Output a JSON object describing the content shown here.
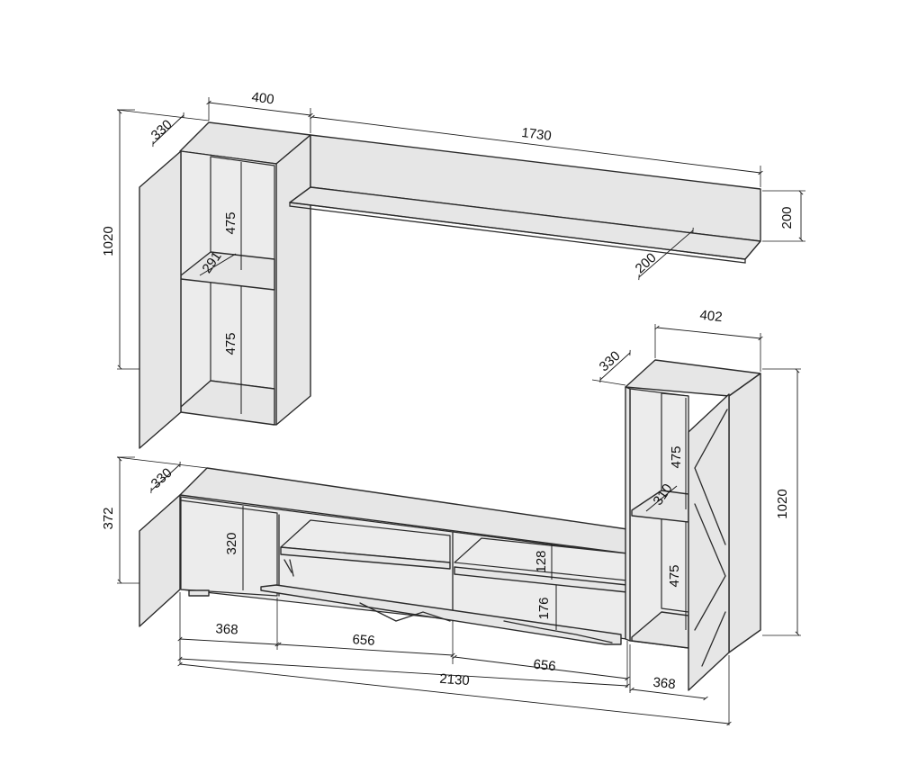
{
  "dimensions": {
    "upper_cabinet_width": "400",
    "upper_cabinet_depth": "330",
    "upper_cabinet_height": "1020",
    "upper_shelf_height_top": "475",
    "upper_shelf_height_bottom": "475",
    "upper_shelf_depth": "291",
    "wall_shelf_length": "1730",
    "wall_shelf_height": "200",
    "wall_shelf_depth": "200",
    "tall_cabinet_width": "402",
    "tall_cabinet_depth": "330",
    "tall_cabinet_height": "1020",
    "tall_shelf_height_top": "475",
    "tall_shelf_height_bottom": "475",
    "tall_shelf_depth": "310",
    "tv_unit_depth": "330",
    "tv_unit_height": "372",
    "tv_left_inner_height": "320",
    "tv_niche_height_top": "128",
    "tv_niche_height_bottom": "176",
    "tv_section_left": "368",
    "tv_section_middle": "656",
    "tv_section_right": "656",
    "tv_unit_total_width": "2130",
    "tall_cabinet_bottom_width": "368"
  },
  "colors": {
    "panel_fill": "#e6e6e6",
    "line": "#2b2b2b",
    "background": "#ffffff"
  }
}
